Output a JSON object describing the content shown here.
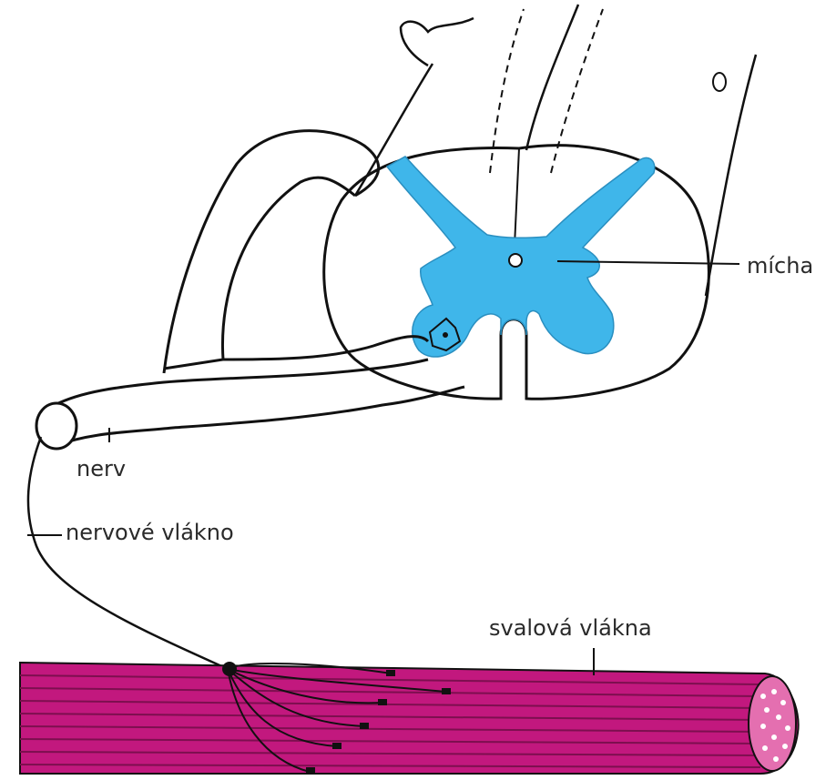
{
  "labels": {
    "spinal_cord": "mícha",
    "nerve": "nerv",
    "nerve_fiber": "nervové vlákno",
    "muscle_fibers": "svalová vlákna"
  },
  "colors": {
    "grey_matter": "#3fb6ea",
    "muscle": "#c2187e",
    "muscle_stripe": "#7d0f4f",
    "outline": "#111111",
    "label_text": "#2a2a2a"
  }
}
